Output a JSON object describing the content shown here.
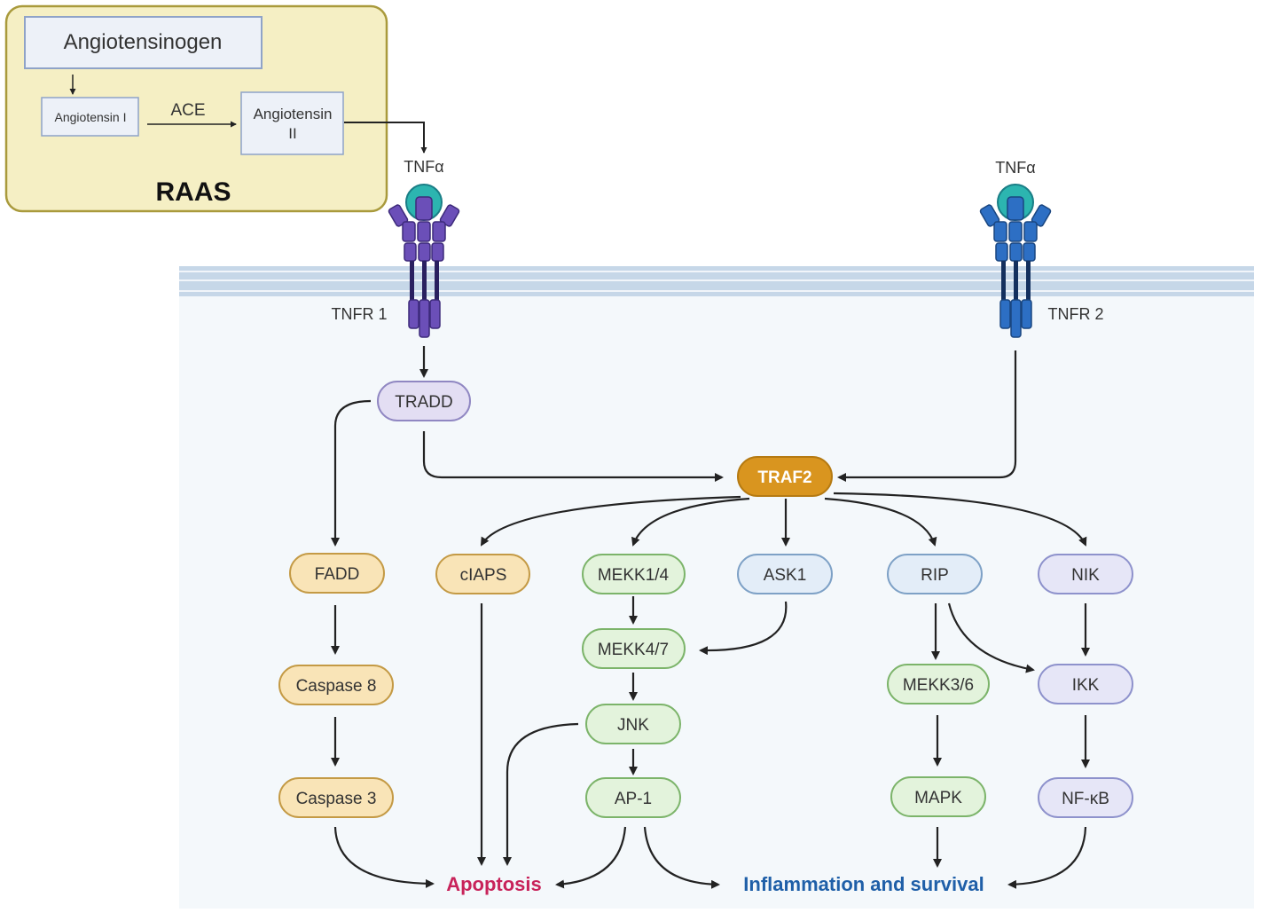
{
  "raas": {
    "title": "RAAS",
    "angiotensinogen": "Angiotensinogen",
    "angiotensin_1": "Angiotensin I",
    "ace": "ACE",
    "angiotensin_2_line1": "Angiotensin",
    "angiotensin_2_line2": "II"
  },
  "ligands": {
    "tnfa_left": "TNFα",
    "tnfa_right": "TNFα"
  },
  "receptors": {
    "tnfr1": "TNFR 1",
    "tnfr2": "TNFR 2"
  },
  "nodes": {
    "tradd": "TRADD",
    "traf2": "TRAF2",
    "fadd": "FADD",
    "caspase8": "Caspase 8",
    "caspase3": "Caspase 3",
    "ciaps": "cIAPS",
    "mekk14": "MEKK1/4",
    "mekk47": "MEKK4/7",
    "jnk": "JNK",
    "ap1": "AP-1",
    "ask1": "ASK1",
    "rip": "RIP",
    "mekk36": "MEKK3/6",
    "mapk": "MAPK",
    "nik": "NIK",
    "ikk": "IKK",
    "nfkb": "NF-κB"
  },
  "outcomes": {
    "apoptosis": "Apoptosis",
    "inflammation": "Inflammation and survival"
  },
  "colors": {
    "raas_bg": "#f5efc4",
    "raas_border": "#a99a3c",
    "membrane": "#c6d7e8",
    "cytoplasm": "#f4f8fb",
    "orange_fill": "#f9e4b7",
    "orange_stroke": "#c49a45",
    "green_fill": "#e3f3dc",
    "green_stroke": "#7cb46a",
    "blue_fill": "#e3edf8",
    "blue_stroke": "#7ea1c6",
    "purple_fill": "#e3def3",
    "purple_stroke": "#9087c2",
    "traf2": "#d9951f",
    "apoptosis": "#c8235a",
    "inflammation": "#1f5fa8"
  }
}
